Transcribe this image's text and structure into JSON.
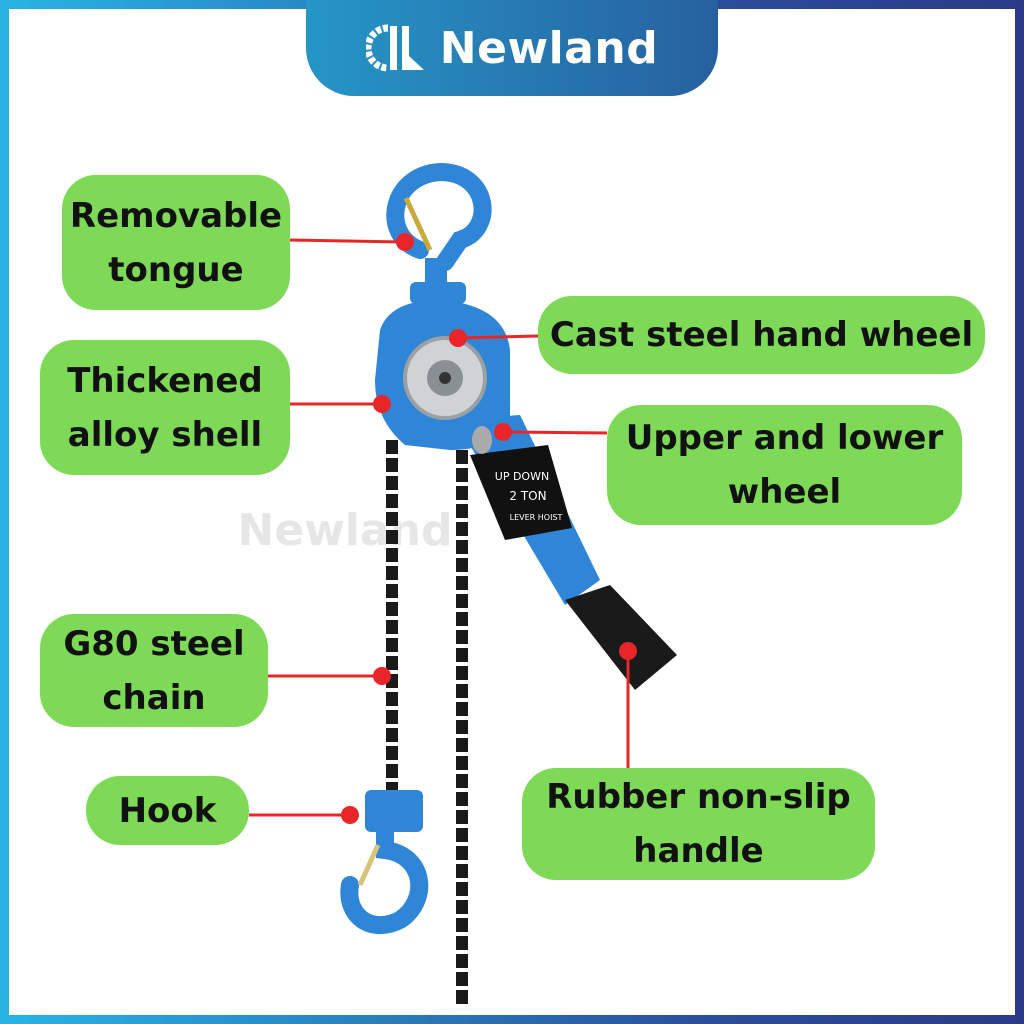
{
  "brand": {
    "name": "Newland",
    "colors": {
      "frame_left": "#27b5e2",
      "frame_right": "#2b3a88",
      "label_bg": "#7ed957",
      "pointer": "#e8262a",
      "product_blue": "#2f86d6"
    }
  },
  "product_plate": {
    "line1": "UP DOWN",
    "line2": "2 TON",
    "line3": "LEVER HOIST"
  },
  "watermark": "Newland",
  "callouts": [
    {
      "id": "removable-tongue",
      "text": "Removable tongue"
    },
    {
      "id": "cast-steel-hand-wheel",
      "text": "Cast steel hand wheel"
    },
    {
      "id": "thickened-alloy-shell",
      "text": "Thickened alloy shell"
    },
    {
      "id": "upper-lower-wheel",
      "text": "Upper and lower wheel"
    },
    {
      "id": "g80-steel-chain",
      "text": "G80 steel chain"
    },
    {
      "id": "hook",
      "text": "Hook"
    },
    {
      "id": "rubber-handle",
      "text": "Rubber non-slip handle"
    }
  ]
}
